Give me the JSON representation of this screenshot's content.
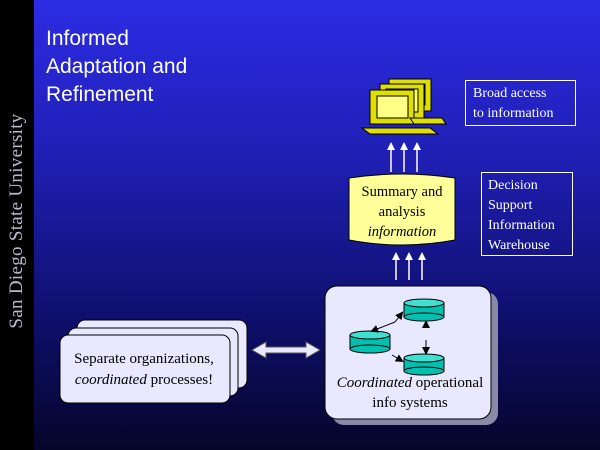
{
  "sidebar": {
    "vertical_text": "San Diego State University"
  },
  "title": {
    "line1": "Informed",
    "line2": "Adaptation and",
    "line3": "Refinement"
  },
  "broad_access": {
    "line1": "Broad access",
    "line2": "to information"
  },
  "summary": {
    "line1": "Summary and",
    "line2": "analysis",
    "line3": "information"
  },
  "decision_support": {
    "line1": "Decision",
    "line2": "Support",
    "line3": "Information",
    "line4": "Warehouse"
  },
  "separate": {
    "line1": "Separate organizations,",
    "line2_em": "coordinated",
    "line2_rest": " processes!"
  },
  "coordinated": {
    "line1_em": "Coordinated",
    "line1_rest": " operational",
    "line2": "info systems"
  },
  "colors": {
    "background_top": "#2c2ce4",
    "background_bottom": "#05052a",
    "sidebar": "#000000",
    "cylinder": "#00c0b0",
    "computer_screen": "#ffff66",
    "cards": "#e8e8ff"
  },
  "icons": [
    "computer-monitors-icon",
    "database-cylinder-icon",
    "double-arrow-icon"
  ]
}
